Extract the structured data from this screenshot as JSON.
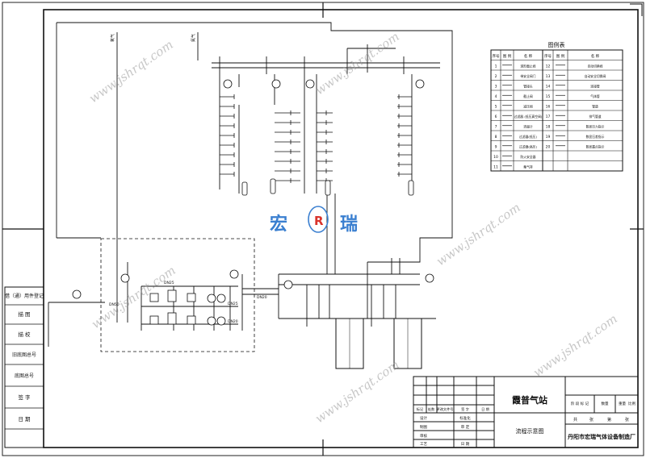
{
  "brand": {
    "logo_left": "宏",
    "logo_mid": "R",
    "logo_right": "瑞",
    "watermark": "www.jshrqt.com",
    "color_blue": "#3a7fd0",
    "color_red": "#d9332b"
  },
  "left_block": {
    "items": [
      "借（通）用件登记",
      "描 图",
      "描 校",
      "旧底图总号",
      "底图总号",
      "签 字",
      "日 期"
    ]
  },
  "legend": {
    "title": "图例表",
    "headers": [
      "序号",
      "图 例",
      "名 称",
      "序号",
      "图 例",
      "名 称"
    ],
    "rows": [
      [
        "1",
        "",
        "球形截止阀",
        "12",
        "",
        "自动切换阀"
      ],
      [
        "2",
        "",
        "带安全阀门",
        "13",
        "",
        "自动安全切换阀"
      ],
      [
        "3",
        "",
        "管接头",
        "14",
        "",
        "连接管"
      ],
      [
        "4",
        "",
        "截止阀",
        "15",
        "",
        "气体管"
      ],
      [
        "5",
        "",
        "减压阀",
        "16",
        "",
        "管道"
      ],
      [
        "6",
        "",
        "过滤器 (低压真空阀)",
        "17",
        "",
        "排气管道"
      ],
      [
        "7",
        "",
        "流量计",
        "18",
        "",
        "数显压力指示"
      ],
      [
        "8",
        "",
        "过滤器(低压)",
        "19",
        "",
        "数显压差指示"
      ],
      [
        "9",
        "",
        "过滤器(高压)",
        "20",
        "",
        "数显露点指示"
      ],
      [
        "10",
        "",
        "防火安全器",
        "",
        "",
        ""
      ],
      [
        "11",
        "",
        "集气排",
        "",
        "",
        ""
      ]
    ]
  },
  "title_block": {
    "drawing_name": "霞普气站",
    "drawing_sub": "流程示意图",
    "company": "丹阳市宏瑞气体设备制造厂",
    "rev_headers": [
      "标记",
      "处数",
      "更改文件号",
      "签 字",
      "日 期"
    ],
    "roles": [
      "设计",
      "制图",
      "审核",
      "工艺"
    ],
    "roles2": [
      "标准化",
      "审 定",
      "日 期"
    ],
    "stage_headers": [
      "阶 段 标 记",
      "数量",
      "重量",
      "比例"
    ],
    "sheet_info": [
      "共",
      "张",
      "第",
      "张"
    ]
  },
  "diagram": {
    "pipe_labels": [
      "氧气",
      "氮气"
    ],
    "small_labels": [
      "DN25",
      "DN50",
      "DN25",
      "DN20",
      "DN20"
    ]
  }
}
